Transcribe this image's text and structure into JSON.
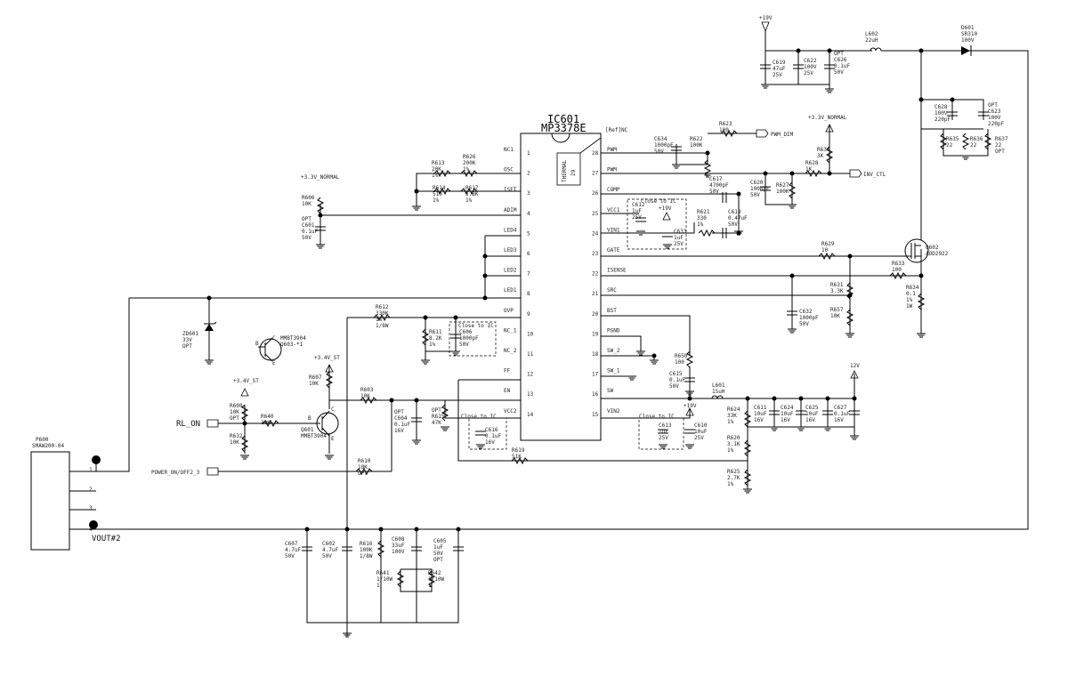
{
  "ic": {
    "ref": "IC601",
    "part": "MP3378E",
    "thermal_pad": "THERMAL",
    "thermal_num": "29",
    "left_pins": [
      {
        "num": "1",
        "name": "NC1"
      },
      {
        "num": "2",
        "name": "OSC"
      },
      {
        "num": "3",
        "name": "ISET"
      },
      {
        "num": "4",
        "name": "ADIM"
      },
      {
        "num": "5",
        "name": "LED4"
      },
      {
        "num": "6",
        "name": "LED3"
      },
      {
        "num": "7",
        "name": "LED2"
      },
      {
        "num": "8",
        "name": "LED1"
      },
      {
        "num": "9",
        "name": "OVP"
      },
      {
        "num": "10",
        "name": "NC_1"
      },
      {
        "num": "11",
        "name": "NC_2"
      },
      {
        "num": "12",
        "name": "FF"
      },
      {
        "num": "13",
        "name": "EN"
      },
      {
        "num": "14",
        "name": "VCC2"
      }
    ],
    "right_pins": [
      {
        "num": "28",
        "name": "PWM"
      },
      {
        "num": "27",
        "name": "PWM"
      },
      {
        "num": "26",
        "name": "COMP"
      },
      {
        "num": "25",
        "name": "VCC1"
      },
      {
        "num": "24",
        "name": "VIN1"
      },
      {
        "num": "23",
        "name": "GATE"
      },
      {
        "num": "22",
        "name": "ISENSE"
      },
      {
        "num": "21",
        "name": "SRC"
      },
      {
        "num": "20",
        "name": "BST"
      },
      {
        "num": "19",
        "name": "PGND"
      },
      {
        "num": "18",
        "name": "SW_2"
      },
      {
        "num": "17",
        "name": "SW_1"
      },
      {
        "num": "16",
        "name": "SW"
      },
      {
        "num": "15",
        "name": "VIN2"
      }
    ],
    "nc_label": "[Ref]NC"
  },
  "nets": {
    "v19": "+19V",
    "v33_normal_a": "+3.3V_NORMAL",
    "v33_normal_b": "+3.3V_NORMAL",
    "v33_st_a": "+3.4V_ST",
    "v33_st_b": "+3.4V_ST",
    "v19_b": "+19V",
    "v19_c": "+19V",
    "v12": "12V",
    "pwm_dim": "PWM_DIM",
    "inv_ctl": "INV_CTL",
    "rl_on": "RL_ON",
    "power_on": "POWER_ON/OFF2_3",
    "vout": "VOUT#2"
  },
  "connector": {
    "ref": "P600",
    "part": "SMAW200-04",
    "pins": [
      "1",
      "2",
      "3",
      "4"
    ]
  },
  "notes": {
    "close1": "Close to IC",
    "close2": "Close to IC",
    "close3": "Close to IC",
    "close4": "Close to IC"
  },
  "parts": [
    {
      "id": "c619",
      "lines": [
        "C619",
        "47uF",
        "25V"
      ]
    },
    {
      "id": "c622",
      "lines": [
        "C622",
        "100V",
        "25V"
      ]
    },
    {
      "id": "c626",
      "lines": [
        "OPT",
        "C626",
        "0.1uF",
        "50V"
      ]
    },
    {
      "id": "l602",
      "lines": [
        "L602",
        "22uH"
      ]
    },
    {
      "id": "d601",
      "lines": [
        "D601",
        "SR310",
        "100V"
      ]
    },
    {
      "id": "c628",
      "lines": [
        "C628",
        "100V",
        "220pF"
      ]
    },
    {
      "id": "c623",
      "lines": [
        "OPT",
        "C623",
        "100V",
        "220pF"
      ]
    },
    {
      "id": "r635",
      "lines": [
        "R635",
        "22"
      ]
    },
    {
      "id": "r636",
      "lines": [
        "R636",
        "22"
      ]
    },
    {
      "id": "r637",
      "lines": [
        "R637",
        "22",
        "OPT"
      ]
    },
    {
      "id": "r623",
      "lines": [
        "R623",
        "100"
      ]
    },
    {
      "id": "c634",
      "lines": [
        "C634",
        "1000pF",
        "50V"
      ]
    },
    {
      "id": "r622",
      "lines": [
        "R622",
        "100K"
      ]
    },
    {
      "id": "r630",
      "lines": [
        "R630",
        "3K"
      ]
    },
    {
      "id": "r628",
      "lines": [
        "R628",
        "1K"
      ]
    },
    {
      "id": "c620",
      "lines": [
        "C620",
        "1000pF",
        "50V"
      ]
    },
    {
      "id": "r627",
      "lines": [
        "R627",
        "100K"
      ]
    },
    {
      "id": "c617",
      "lines": [
        "C617",
        "4700pF",
        "50V"
      ]
    },
    {
      "id": "r621",
      "lines": [
        "R621",
        "330",
        "1%"
      ]
    },
    {
      "id": "c618",
      "lines": [
        "C618",
        "0.47uF",
        "50V"
      ]
    },
    {
      "id": "c612",
      "lines": [
        "C612",
        "1uF",
        "25V"
      ]
    },
    {
      "id": "c633",
      "lines": [
        "C633",
        "1uF",
        "25V"
      ]
    },
    {
      "id": "r613",
      "lines": [
        "R613",
        "20K",
        "1%"
      ]
    },
    {
      "id": "r626",
      "lines": [
        "R626",
        "200K",
        "1%"
      ]
    },
    {
      "id": "r614",
      "lines": [
        "R614",
        "510",
        "1%"
      ]
    },
    {
      "id": "r617",
      "lines": [
        "R617",
        "6.8K",
        "1%"
      ]
    },
    {
      "id": "r606",
      "lines": [
        "R606",
        "10K"
      ]
    },
    {
      "id": "c601",
      "lines": [
        "OPT",
        "C601",
        "0.1uF",
        "50V"
      ]
    },
    {
      "id": "r629",
      "lines": [
        "R629",
        "10"
      ]
    },
    {
      "id": "q602",
      "lines": [
        "Q602",
        "AOD2922"
      ]
    },
    {
      "id": "r633",
      "lines": [
        "R633",
        "100"
      ]
    },
    {
      "id": "r631",
      "lines": [
        "R631",
        "3.3K"
      ]
    },
    {
      "id": "r634",
      "lines": [
        "R634",
        "0.1",
        "1%",
        "1W"
      ]
    },
    {
      "id": "c632",
      "lines": [
        "C632",
        "1000pF",
        "50V"
      ]
    },
    {
      "id": "r657",
      "lines": [
        "R657",
        "10K"
      ]
    },
    {
      "id": "r612",
      "lines": [
        "R612",
        "330K",
        "1%",
        "1/8W"
      ]
    },
    {
      "id": "r611",
      "lines": [
        "R611",
        "8.2K",
        "1%"
      ]
    },
    {
      "id": "c606",
      "lines": [
        "C606",
        "1000pF",
        "50V"
      ]
    },
    {
      "id": "zd601",
      "lines": [
        "ZD601",
        "33V",
        "OPT"
      ]
    },
    {
      "id": "q603",
      "lines": [
        "MMBT3904",
        "Q603-*1"
      ]
    },
    {
      "id": "r607",
      "lines": [
        "R607",
        "10K"
      ]
    },
    {
      "id": "r608",
      "lines": [
        "R608",
        "10K",
        "OPT"
      ]
    },
    {
      "id": "r632",
      "lines": [
        "R632",
        "10K"
      ]
    },
    {
      "id": "r640",
      "lines": [
        "R640",
        "10K"
      ]
    },
    {
      "id": "q601",
      "lines": [
        "Q601",
        "MMBT3904"
      ]
    },
    {
      "id": "r603",
      "lines": [
        "R603",
        "10K"
      ]
    },
    {
      "id": "c604",
      "lines": [
        "OPT",
        "C604",
        "0.1uF",
        "16V"
      ]
    },
    {
      "id": "r615",
      "lines": [
        "OPT",
        "R615",
        "47K"
      ]
    },
    {
      "id": "c616",
      "lines": [
        "C616",
        "0.1uF",
        "16V"
      ]
    },
    {
      "id": "r610",
      "lines": [
        "R610",
        "10K",
        "OPT"
      ]
    },
    {
      "id": "r619",
      "lines": [
        "R619",
        "51K"
      ]
    },
    {
      "id": "r650",
      "lines": [
        "R650",
        "100"
      ]
    },
    {
      "id": "c615",
      "lines": [
        "C615",
        "0.1uF",
        "50V"
      ]
    },
    {
      "id": "l601",
      "lines": [
        "L601",
        "15uH"
      ]
    },
    {
      "id": "c613",
      "lines": [
        "C613",
        "1uF",
        "25V"
      ]
    },
    {
      "id": "c610",
      "lines": [
        "C610",
        "10uF",
        "25V"
      ]
    },
    {
      "id": "r624",
      "lines": [
        "R624",
        "33K",
        "1%"
      ]
    },
    {
      "id": "c611",
      "lines": [
        "C611",
        "10uF",
        "16V"
      ]
    },
    {
      "id": "c624",
      "lines": [
        "C624",
        "10uF",
        "16V"
      ]
    },
    {
      "id": "c625",
      "lines": [
        "C625",
        "10uF",
        "16V"
      ]
    },
    {
      "id": "c627",
      "lines": [
        "C627",
        "0.1uF",
        "16V"
      ]
    },
    {
      "id": "r620",
      "lines": [
        "R620",
        "3.1K",
        "1%"
      ]
    },
    {
      "id": "r625",
      "lines": [
        "R625",
        "2.7K",
        "1%"
      ]
    },
    {
      "id": "c607",
      "lines": [
        "C607",
        "4.7uF",
        "50V"
      ]
    },
    {
      "id": "c602",
      "lines": [
        "C602",
        "4.7uF",
        "50V"
      ]
    },
    {
      "id": "r616",
      "lines": [
        "R616",
        "100K",
        "1/8W"
      ]
    },
    {
      "id": "c608",
      "lines": [
        "C608",
        "33uF",
        "100V"
      ]
    },
    {
      "id": "c605",
      "lines": [
        "C605",
        "1uF",
        "50V",
        "OPT"
      ]
    },
    {
      "id": "r641",
      "lines": [
        "R641",
        "1/10W",
        "1"
      ]
    },
    {
      "id": "r642",
      "lines": [
        "R642",
        "1/10W",
        "1"
      ]
    }
  ]
}
